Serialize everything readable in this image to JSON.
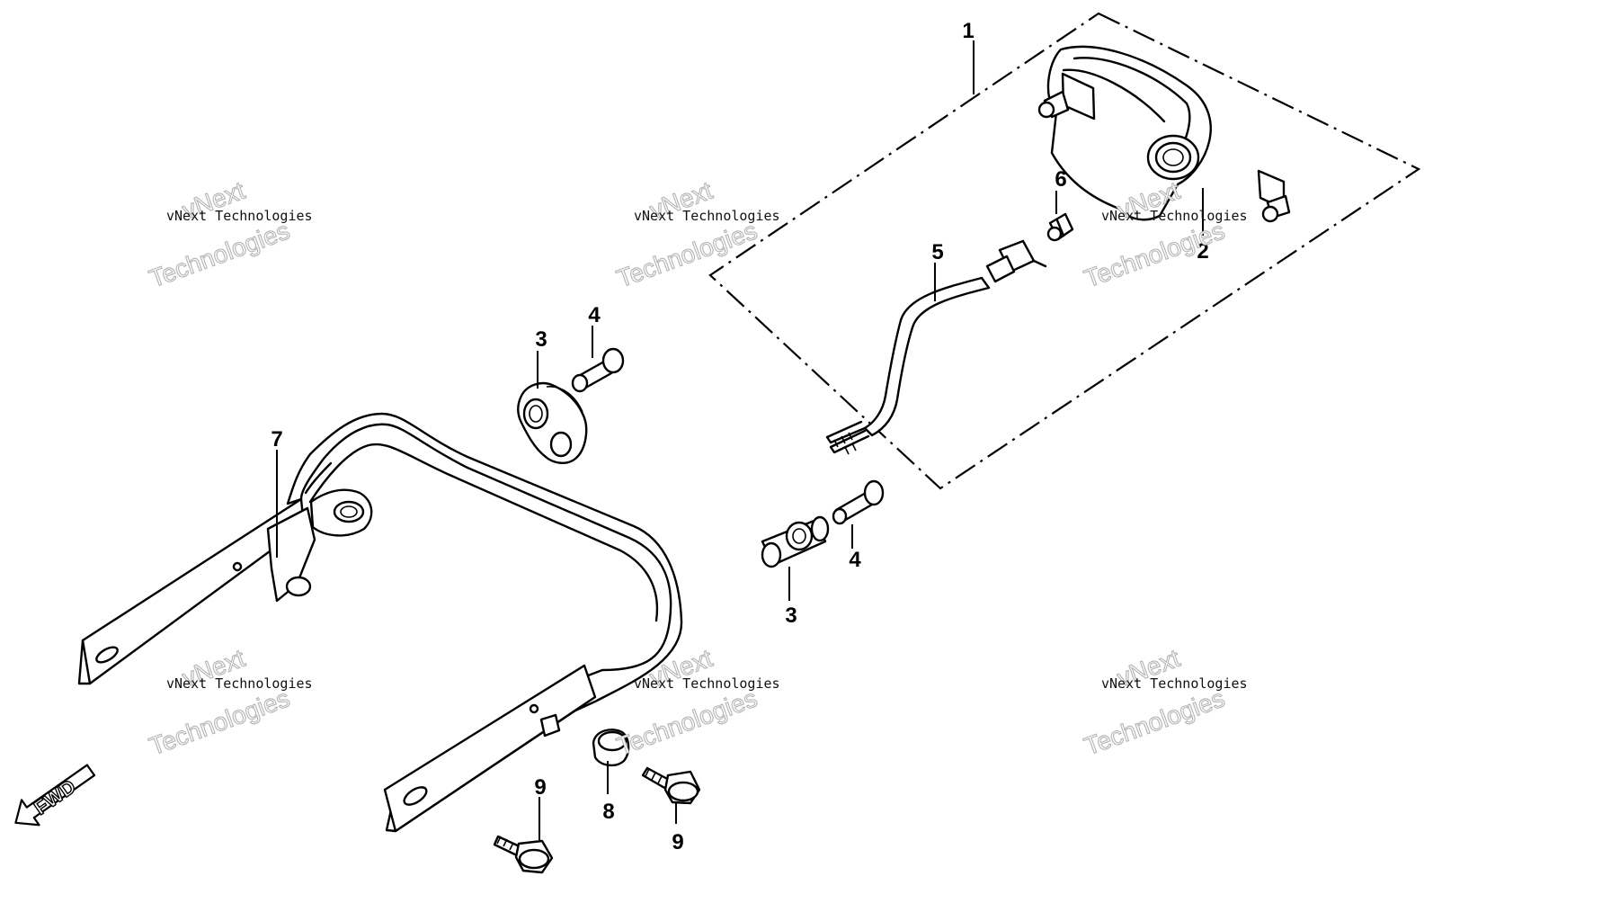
{
  "callouts": {
    "c1": "1",
    "c2": "2",
    "c3a": "3",
    "c3b": "3",
    "c4a": "4",
    "c4b": "4",
    "c5": "5",
    "c6": "6",
    "c7": "7",
    "c8": "8",
    "c9a": "9",
    "c9b": "9"
  },
  "direction_indicator": {
    "label": "FWD",
    "icon": "arrow-icon"
  },
  "watermark": {
    "brand_line1": "vNext",
    "brand_line2": "Technologies",
    "caption": "vNext Technologies"
  }
}
